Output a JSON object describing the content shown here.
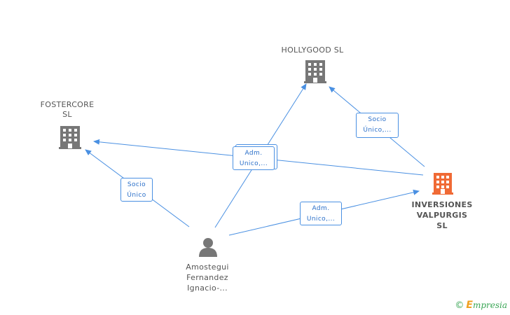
{
  "colors": {
    "edge": "#4a90e2",
    "company_icon": "#777777",
    "main_company_icon": "#f06a35",
    "person_icon": "#777777",
    "label_text": "#555555",
    "brand_green": "#3aa655",
    "brand_orange": "#f0a020"
  },
  "nodes": {
    "hollygood": {
      "label": "HOLLYGOOD SL",
      "icon": "building-icon"
    },
    "fostercore": {
      "label_line1": "FOSTERCORE",
      "label_line2": "SL",
      "icon": "building-icon"
    },
    "inversiones": {
      "label_line1": "INVERSIONES",
      "label_line2": "VALPURGIS",
      "label_line3": "SL",
      "icon": "building-icon"
    },
    "person": {
      "label_line1": "Amostegui",
      "label_line2": "Fernandez",
      "label_line3": "Ignacio-...",
      "icon": "person-icon"
    }
  },
  "edge_labels": {
    "socio_unico_holly": {
      "line1": "Socio",
      "line2": "Único,..."
    },
    "adm_unico_center": {
      "line1": "Adm.",
      "line2": "Unico,..."
    },
    "socio_unico_foster": {
      "line1": "Socio",
      "line2": "Único"
    },
    "adm_unico_right": {
      "line1": "Adm.",
      "line2": "Unico,..."
    }
  },
  "footer": {
    "copyright": "©",
    "brand_initial": "E",
    "brand_rest": "mpresia"
  }
}
